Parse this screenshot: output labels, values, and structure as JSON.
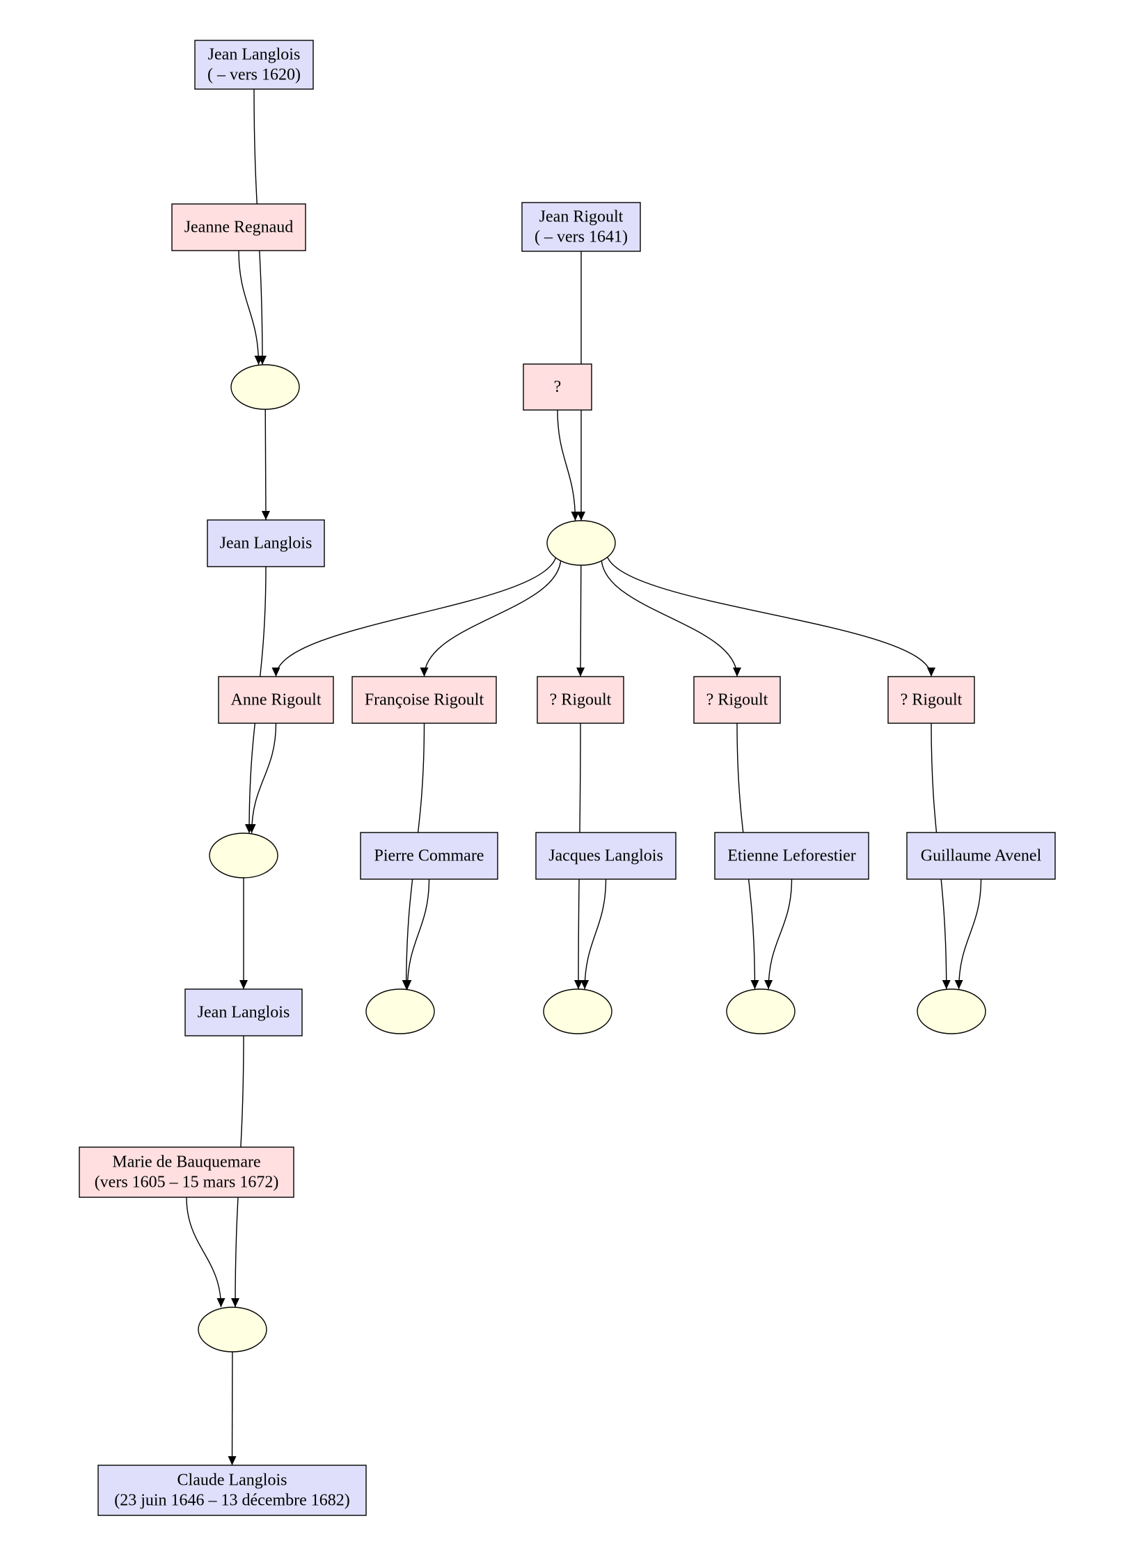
{
  "colors": {
    "male": "#dfdffb",
    "female": "#ffdfe0",
    "union": "#ffffe1",
    "line": "#000000"
  },
  "people": [
    {
      "id": "jean_langlois_1",
      "sex": "male",
      "lines": [
        "Jean Langlois",
        "( – vers 1620)"
      ]
    },
    {
      "id": "jeanne_regnaud",
      "sex": "female",
      "lines": [
        "Jeanne Regnaud"
      ]
    },
    {
      "id": "jean_rigoult",
      "sex": "male",
      "lines": [
        "Jean Rigoult",
        "( – vers 1641)"
      ]
    },
    {
      "id": "unknown_wife",
      "sex": "female",
      "lines": [
        "?"
      ]
    },
    {
      "id": "jean_langlois_2",
      "sex": "male",
      "lines": [
        "Jean Langlois"
      ]
    },
    {
      "id": "anne_rigoult",
      "sex": "female",
      "lines": [
        "Anne Rigoult"
      ]
    },
    {
      "id": "francoise_rigoult",
      "sex": "female",
      "lines": [
        "Françoise Rigoult"
      ]
    },
    {
      "id": "rigoult_a",
      "sex": "female",
      "lines": [
        "? Rigoult"
      ]
    },
    {
      "id": "rigoult_b",
      "sex": "female",
      "lines": [
        "? Rigoult"
      ]
    },
    {
      "id": "rigoult_c",
      "sex": "female",
      "lines": [
        "? Rigoult"
      ]
    },
    {
      "id": "pierre_commare",
      "sex": "male",
      "lines": [
        "Pierre Commare"
      ]
    },
    {
      "id": "jacques_langlois",
      "sex": "male",
      "lines": [
        "Jacques Langlois"
      ]
    },
    {
      "id": "etienne_leforestier",
      "sex": "male",
      "lines": [
        "Etienne Leforestier"
      ]
    },
    {
      "id": "guillaume_avenel",
      "sex": "male",
      "lines": [
        "Guillaume Avenel"
      ]
    },
    {
      "id": "jean_langlois_3",
      "sex": "male",
      "lines": [
        "Jean Langlois"
      ]
    },
    {
      "id": "marie_bauquemare",
      "sex": "female",
      "lines": [
        "Marie de Bauquemare",
        "(vers 1605 – 15 mars 1672)"
      ]
    },
    {
      "id": "claude_langlois",
      "sex": "male",
      "lines": [
        "Claude Langlois",
        "(23 juin 1646 – 13 décembre 1682)"
      ]
    }
  ],
  "unions": [
    "u1",
    "u2",
    "u3",
    "u4",
    "u5",
    "u6",
    "u7",
    "u8"
  ],
  "edges": [
    {
      "from": "jean_langlois_1",
      "to": "u1"
    },
    {
      "from": "jeanne_regnaud",
      "to": "u1"
    },
    {
      "from": "u1",
      "to": "jean_langlois_2"
    },
    {
      "from": "jean_rigoult",
      "to": "u2"
    },
    {
      "from": "unknown_wife",
      "to": "u2"
    },
    {
      "from": "u2",
      "to": "anne_rigoult"
    },
    {
      "from": "u2",
      "to": "francoise_rigoult"
    },
    {
      "from": "u2",
      "to": "rigoult_a"
    },
    {
      "from": "u2",
      "to": "rigoult_b"
    },
    {
      "from": "u2",
      "to": "rigoult_c"
    },
    {
      "from": "jean_langlois_2",
      "to": "u3"
    },
    {
      "from": "anne_rigoult",
      "to": "u3"
    },
    {
      "from": "u3",
      "to": "jean_langlois_3"
    },
    {
      "from": "francoise_rigoult",
      "to": "u4"
    },
    {
      "from": "pierre_commare",
      "to": "u4"
    },
    {
      "from": "rigoult_a",
      "to": "u5"
    },
    {
      "from": "jacques_langlois",
      "to": "u5"
    },
    {
      "from": "rigoult_b",
      "to": "u6"
    },
    {
      "from": "etienne_leforestier",
      "to": "u6"
    },
    {
      "from": "rigoult_c",
      "to": "u7"
    },
    {
      "from": "guillaume_avenel",
      "to": "u7"
    },
    {
      "from": "jean_langlois_3",
      "to": "u8"
    },
    {
      "from": "marie_bauquemare",
      "to": "u8"
    },
    {
      "from": "u8",
      "to": "claude_langlois"
    }
  ]
}
